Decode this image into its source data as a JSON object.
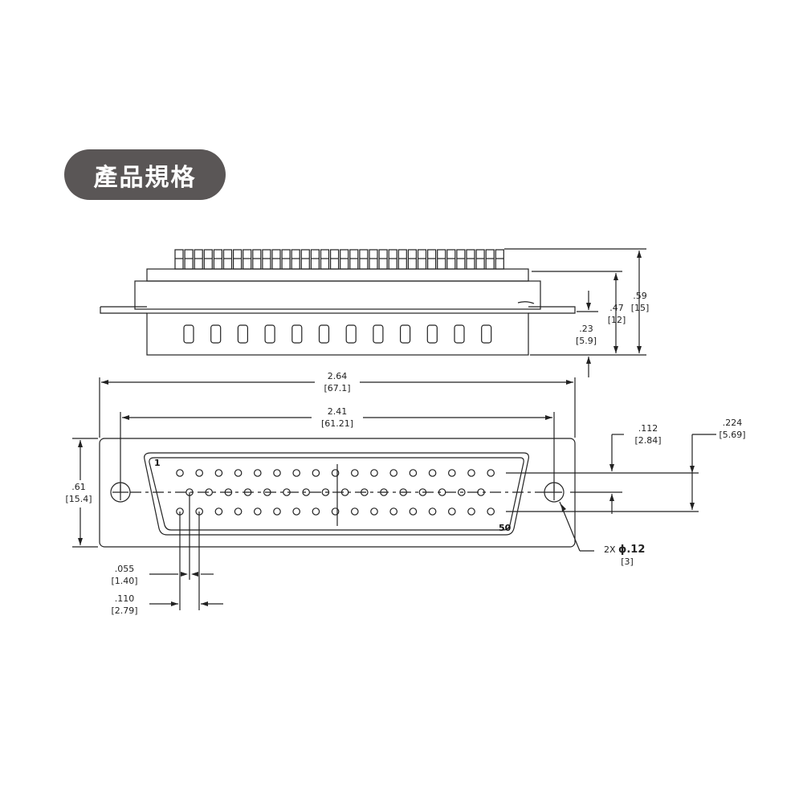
{
  "badge": {
    "label": "產品規格",
    "color": "#5a5656"
  },
  "side_view": {
    "dims": {
      "d059": ".59",
      "d059_mm": "[15]",
      "d047": ".47",
      "d047_mm": "[12]",
      "d023": ".23",
      "d023_mm": "[5.9]"
    }
  },
  "front_view": {
    "pin_first": "1",
    "pin_last": "50",
    "dims": {
      "overall_width": "2.64",
      "overall_width_mm": "[67.1]",
      "mount_spacing": "2.41",
      "mount_spacing_mm": "[61.21]",
      "height": ".61",
      "height_mm": "[15.4]",
      "row_pitch": ".112",
      "row_pitch_mm": "[2.84]",
      "outer_rows": ".224",
      "outer_rows_mm": "[5.69]",
      "hole": "2X",
      "hole_dia": "ϕ.12",
      "hole_mm": "[3]",
      "half_pitch": ".055",
      "half_pitch_mm": "[1.40]",
      "pitch": ".110",
      "pitch_mm": "[2.79]"
    }
  }
}
